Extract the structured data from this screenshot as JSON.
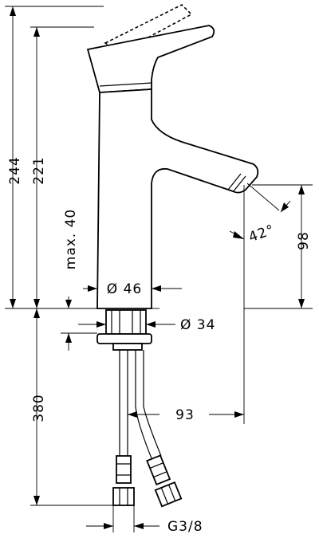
{
  "dimensions": {
    "total_height": "244",
    "spout_height": "221",
    "max_deck": "max. 40",
    "body_diameter": "Ø 46",
    "connection_diameter": "Ø 34",
    "hose_length": "380",
    "spout_reach": "93",
    "spout_outlet_height": "98",
    "spout_angle": "42°",
    "hose_thread": "G3/8"
  }
}
